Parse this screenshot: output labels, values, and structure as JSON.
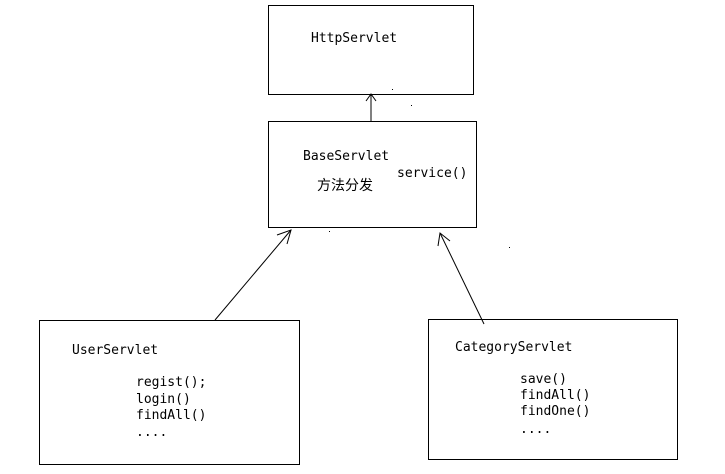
{
  "nodes": {
    "httpservlet": {
      "name": "HttpServlet"
    },
    "baseservlet": {
      "name": "BaseServlet",
      "method": "service()",
      "note": "方法分发"
    },
    "userservlet": {
      "name": "UserServlet",
      "methods": [
        "regist();",
        "login()",
        "findAll()",
        "...."
      ]
    },
    "categoryservlet": {
      "name": "CategoryServlet",
      "methods": [
        "save()",
        "findAll()",
        "findOne()",
        "...."
      ]
    }
  },
  "edges": [
    {
      "from": "baseservlet",
      "to": "httpservlet",
      "style": "open-arrow"
    },
    {
      "from": "userservlet",
      "to": "baseservlet",
      "style": "open-arrow"
    },
    {
      "from": "categoryservlet",
      "to": "baseservlet",
      "style": "open-arrow"
    }
  ],
  "colors": {
    "line": "#000000",
    "background": "#ffffff"
  }
}
